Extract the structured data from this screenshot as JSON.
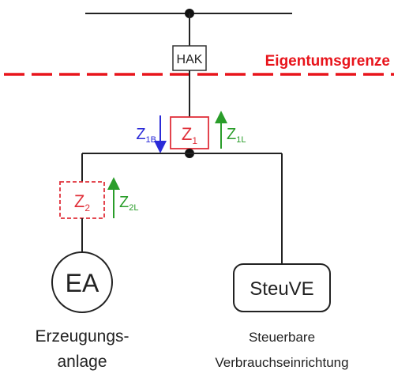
{
  "hak": {
    "label": "HAK"
  },
  "boundary": {
    "label": "Eigentumsgrenze",
    "color": "#e8141b"
  },
  "z1": {
    "box": {
      "main": "Z",
      "sub": "1"
    },
    "bezug": {
      "main": "Z",
      "sub": "1B"
    },
    "lieferung": {
      "main": "Z",
      "sub": "1L"
    }
  },
  "z2": {
    "box": {
      "main": "Z",
      "sub": "2"
    },
    "lieferung": {
      "main": "Z",
      "sub": "2L"
    }
  },
  "ea": {
    "symbol": "EA",
    "caption_line1": "Erzeugungs-",
    "caption_line2": "anlage"
  },
  "steuve": {
    "symbol": "SteuVE",
    "caption_line1": "Steuerbare",
    "caption_line2": "Verbrauchseinrichtung"
  },
  "colors": {
    "line": "#222222",
    "meter_red": "#e0303a",
    "arrow_blue": "#2b2bd8",
    "arrow_green": "#2a9d2a"
  }
}
